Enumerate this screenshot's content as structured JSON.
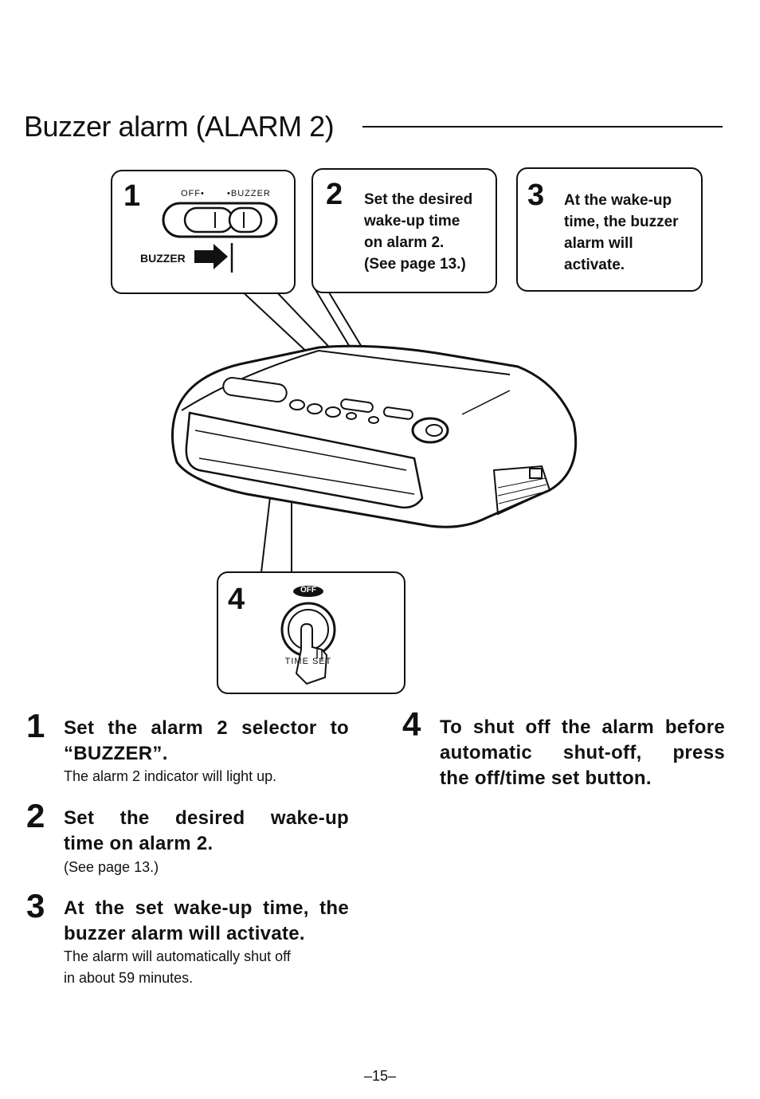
{
  "title": "Buzzer alarm (ALARM 2)",
  "callouts": [
    {
      "num": "1",
      "switch_off_label": "OFF•",
      "switch_buzzer_label": "•BUZZER",
      "buzzer_label": "BUZZER"
    },
    {
      "num": "2",
      "lines": [
        "Set the desired",
        "wake-up time",
        "on alarm 2.",
        "(See page 13.)"
      ]
    },
    {
      "num": "3",
      "lines": [
        "At the wake-up",
        "time, the buzzer",
        "alarm will",
        "activate."
      ]
    },
    {
      "num": "4",
      "off_badge": "OFF",
      "button_label": "TIME SET"
    }
  ],
  "steps": [
    {
      "num": "1",
      "head_lines": [
        "Set the alarm 2 selector to",
        "“BUZZER”."
      ],
      "sub_lines": [
        "The alarm 2 indicator will light up."
      ]
    },
    {
      "num": "2",
      "head_lines": [
        "Set the desired wake-up",
        "time on alarm 2."
      ],
      "sub_lines": [
        "(See page 13.)"
      ]
    },
    {
      "num": "3",
      "head_lines": [
        "At the set wake-up time, the",
        "buzzer alarm will activate."
      ],
      "sub_lines": [
        "The alarm will automatically shut off",
        "in about 59 minutes."
      ]
    },
    {
      "num": "4",
      "head_lines": [
        "To shut off the alarm before",
        "automatic shut-off, press",
        "the off/time set button."
      ],
      "sub_lines": []
    }
  ],
  "page_number": "–15–"
}
